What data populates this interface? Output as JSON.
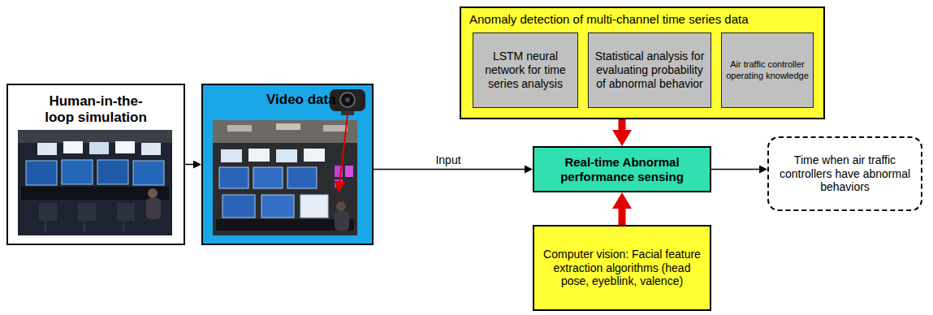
{
  "diagram": {
    "nodes": [
      {
        "text": [
          "Human-in-the-loop simulation"
        ]
      },
      {
        "text": [
          "Video data"
        ]
      },
      {
        "text": [
          "Anomaly detection of multi-channel time series data"
        ]
      },
      {
        "text": [
          "LSTM neural network for time series analysis"
        ],
        "in": 2
      },
      {
        "text": [
          "Statistical analysis for evaluating probability of abnormal behavior"
        ],
        "in": 2
      },
      {
        "text": [
          "Air traffic controller operating knowledge"
        ],
        "in": 2
      },
      {
        "text": [
          "Real-time Abnormal performance sensing"
        ]
      },
      {
        "text": [
          "Computer vision: Facial feature extraction algorithms (head pose, eyeblink, valence)"
        ]
      },
      {
        "text": [
          "Time when air traffic controllers have abnormal behaviors"
        ]
      }
    ],
    "edges": [
      {
        "from": 0,
        "to": 1,
        "arrow": "to"
      },
      {
        "from": 1,
        "to": 6,
        "label": "Input",
        "arrow": "to"
      },
      {
        "from": 2,
        "to": 6,
        "arrow": "to"
      },
      {
        "from": 7,
        "to": 6,
        "arrow": "to"
      },
      {
        "from": 6,
        "to": 8,
        "arrow": "to"
      }
    ]
  }
}
